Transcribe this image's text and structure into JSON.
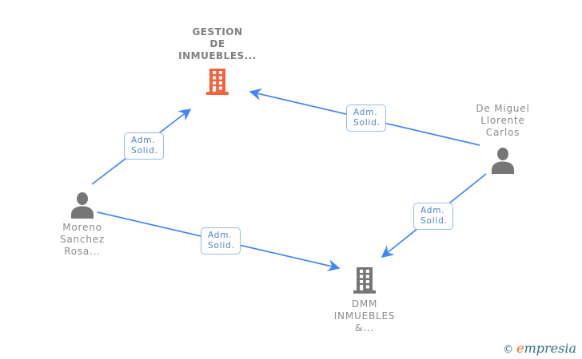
{
  "diagram": {
    "nodes": {
      "gestion": {
        "name": "GESTION\nDE\nINMUEBLES...",
        "type": "company",
        "icon": "building-icon",
        "icon_color": "#f4613a"
      },
      "de_miguel": {
        "name": "De Miguel\nLlorente\nCarlos",
        "type": "person",
        "icon": "person-icon",
        "icon_color": "#767676"
      },
      "moreno": {
        "name": "Moreno\nSanchez\nRosa...",
        "type": "person",
        "icon": "person-icon",
        "icon_color": "#767676"
      },
      "dmm": {
        "name": "DMM\nINMUEBLES\n&...",
        "type": "company",
        "icon": "building-icon",
        "icon_color": "#767676"
      }
    },
    "edges": [
      {
        "id": "moreno-to-gestion",
        "from": "Moreno Sanchez Rosa...",
        "to": "GESTION DE INMUEBLES...",
        "label": "Adm.\nSolid."
      },
      {
        "id": "de-miguel-to-gestion",
        "from": "De Miguel Llorente Carlos",
        "to": "GESTION DE INMUEBLES...",
        "label": "Adm.\nSolid."
      },
      {
        "id": "de-miguel-to-dmm",
        "from": "De Miguel Llorente Carlos",
        "to": "DMM INMUEBLES &...",
        "label": "Adm.\nSolid."
      },
      {
        "id": "moreno-to-dmm",
        "from": "Moreno Sanchez Rosa...",
        "to": "DMM INMUEBLES &...",
        "label": "Adm.\nSolid."
      }
    ]
  },
  "watermark": {
    "copyright": "©",
    "brand_first_letter": "e",
    "brand_rest": "mpresia"
  },
  "colors": {
    "line_blue": "#4285f4",
    "edge_label_text_blue": "#4e82d8",
    "edge_label_border_blue": "#96b9f0",
    "company_accent_orange": "#f4613a",
    "entity_gray": "#767676",
    "name_text_gray": "#8c8c8c",
    "brand_orange": "#f26522",
    "brand_teal": "#2f6f86"
  }
}
